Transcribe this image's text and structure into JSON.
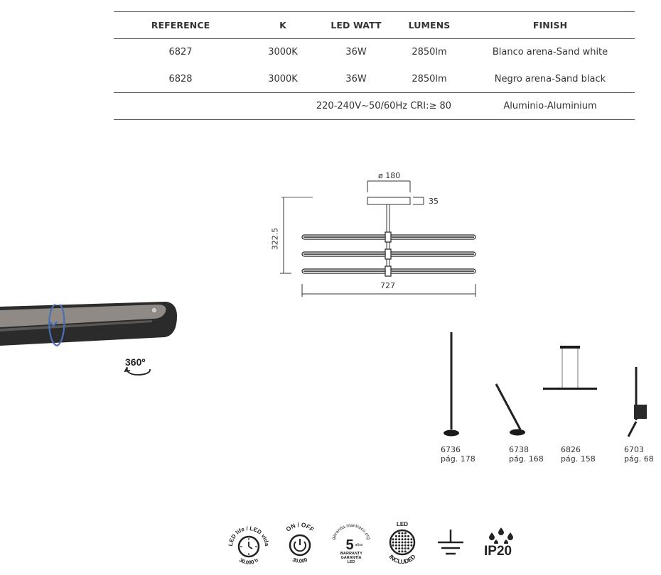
{
  "spec_table": {
    "headers": [
      "REFERENCE",
      "K",
      "LED WATT",
      "LUMENS",
      "FINISH"
    ],
    "rows": [
      {
        "reference": "6827",
        "k": "3000K",
        "watt": "36W",
        "lumens": "2850lm",
        "finish_es": "Blanco arena",
        "finish_en": "Sand white"
      },
      {
        "reference": "6828",
        "k": "3000K",
        "watt": "36W",
        "lumens": "2850lm",
        "finish_es": "Negro arena",
        "finish_en": "Sand black"
      }
    ],
    "footer": {
      "electrical": "220-240V~50/60Hz CRI:≥ 80",
      "material_es": "Aluminio",
      "material_en": "Aluminium"
    },
    "separator": "-"
  },
  "drawing": {
    "diameter_label": "ø 180",
    "canopy_height_label": "35",
    "height_label": "322.5",
    "width_label": "727"
  },
  "rotation": {
    "label": "360º"
  },
  "related_products": [
    {
      "ref": "6736",
      "page": "pág. 178",
      "icon": "floor-lamp-icon"
    },
    {
      "ref": "6738",
      "page": "pág. 168",
      "icon": "angled-floor-lamp-icon"
    },
    {
      "ref": "6826",
      "page": "pág. 158",
      "icon": "pendant-lamp-icon"
    },
    {
      "ref": "6703",
      "page": "pág. 68",
      "icon": "wall-lamp-icon"
    }
  ],
  "badges": {
    "led_life": {
      "top_text": "LED life / LED vida",
      "bottom_text": "30.000 h"
    },
    "on_off": {
      "top_text": "ON / OFF",
      "bottom_text": "30.000"
    },
    "warranty": {
      "url_text": "garantia.mantraco.org",
      "years": "5",
      "unit": "años",
      "text1": "WARRANTY",
      "text2": "GARANTÍA",
      "text3": "LED"
    },
    "led_included": {
      "top_text": "LED",
      "bottom_text": "INCLUDED"
    },
    "ground": {
      "icon": "ground-symbol-icon"
    },
    "ip": {
      "label": "IP20"
    }
  },
  "colors": {
    "text": "#2a2a2a",
    "rule": "#555555",
    "lamp_body": "#2b2b2b",
    "lamp_inner": "#8f8a86",
    "rotation_arrow": "#4a6fb5"
  }
}
